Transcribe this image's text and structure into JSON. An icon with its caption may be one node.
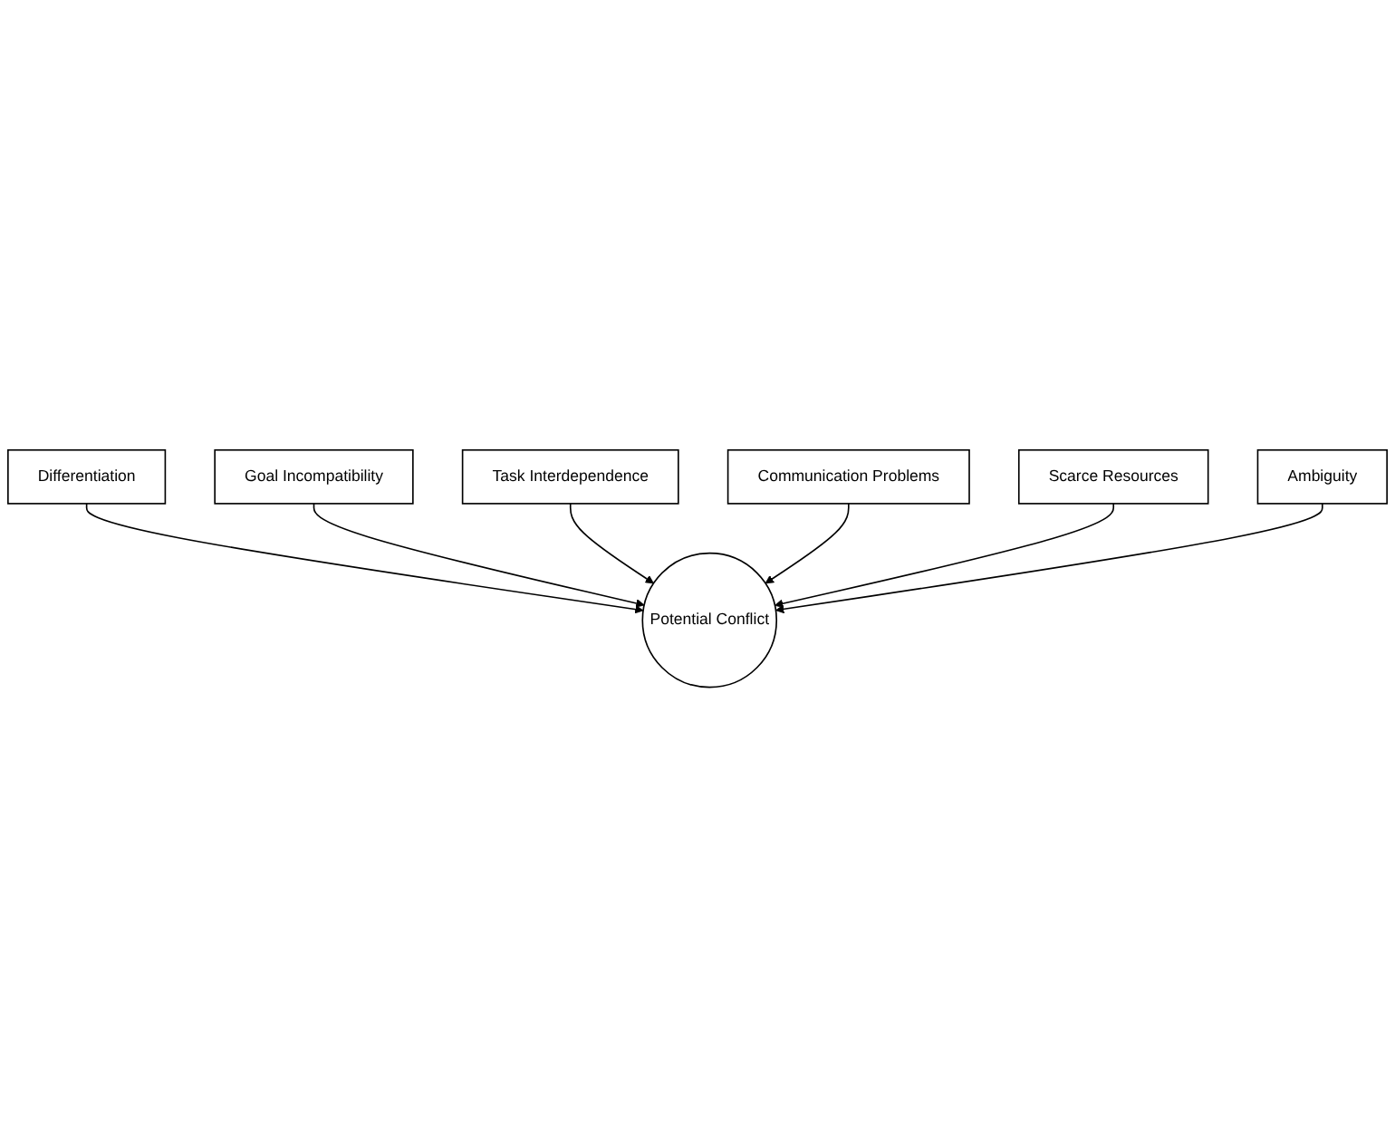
{
  "diagram": {
    "nodes": [
      {
        "text": [
          "Differentiation"
        ]
      },
      {
        "text": [
          "Goal Incompatibility"
        ]
      },
      {
        "text": [
          "Task Interdependence"
        ]
      },
      {
        "text": [
          "Potential Conflict"
        ]
      },
      {
        "text": [
          "Communication Problems"
        ]
      },
      {
        "text": [
          "Scarce Resources"
        ]
      },
      {
        "text": [
          "Ambiguity"
        ]
      }
    ],
    "edges": [
      {
        "from": 0,
        "to": 3,
        "arrow": "to"
      },
      {
        "from": 1,
        "to": 3,
        "arrow": "to"
      },
      {
        "from": 2,
        "to": 3,
        "arrow": "to"
      },
      {
        "from": 4,
        "to": 3,
        "arrow": "to"
      },
      {
        "from": 5,
        "to": 3,
        "arrow": "to"
      },
      {
        "from": 6,
        "to": 3,
        "arrow": "to"
      }
    ]
  }
}
